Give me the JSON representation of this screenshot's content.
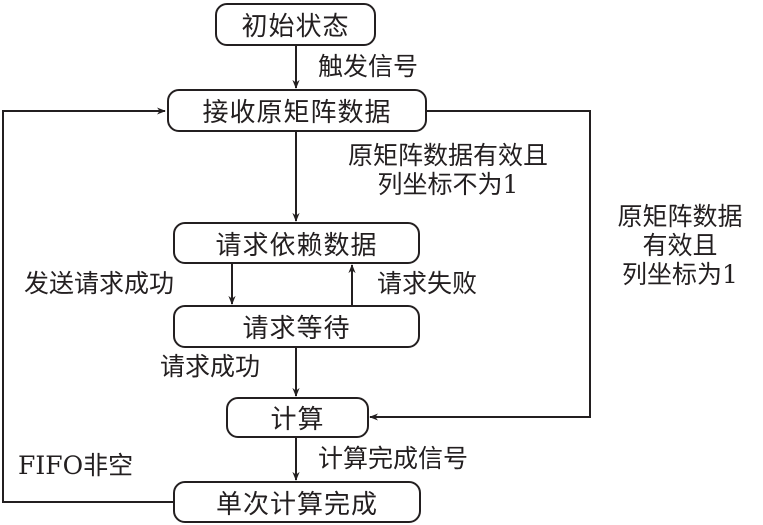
{
  "nodes": {
    "initial": "初始状态",
    "receive": "接收原矩阵数据",
    "request": "请求依赖数据",
    "wait": "请求等待",
    "compute": "计算",
    "done": "单次计算完成"
  },
  "edges": {
    "trigger": "触发信号",
    "valid_not1_line1": "原矩阵数据有效且",
    "valid_not1_line2": "列坐标不为1",
    "valid_is1_line1": "原矩阵数据",
    "valid_is1_line2": "有效且",
    "valid_is1_line3": "列坐标为1",
    "send_success": "发送请求成功",
    "request_fail": "请求失败",
    "request_success": "请求成功",
    "compute_done_signal": "计算完成信号",
    "fifo_not_empty": "FIFO非空"
  }
}
